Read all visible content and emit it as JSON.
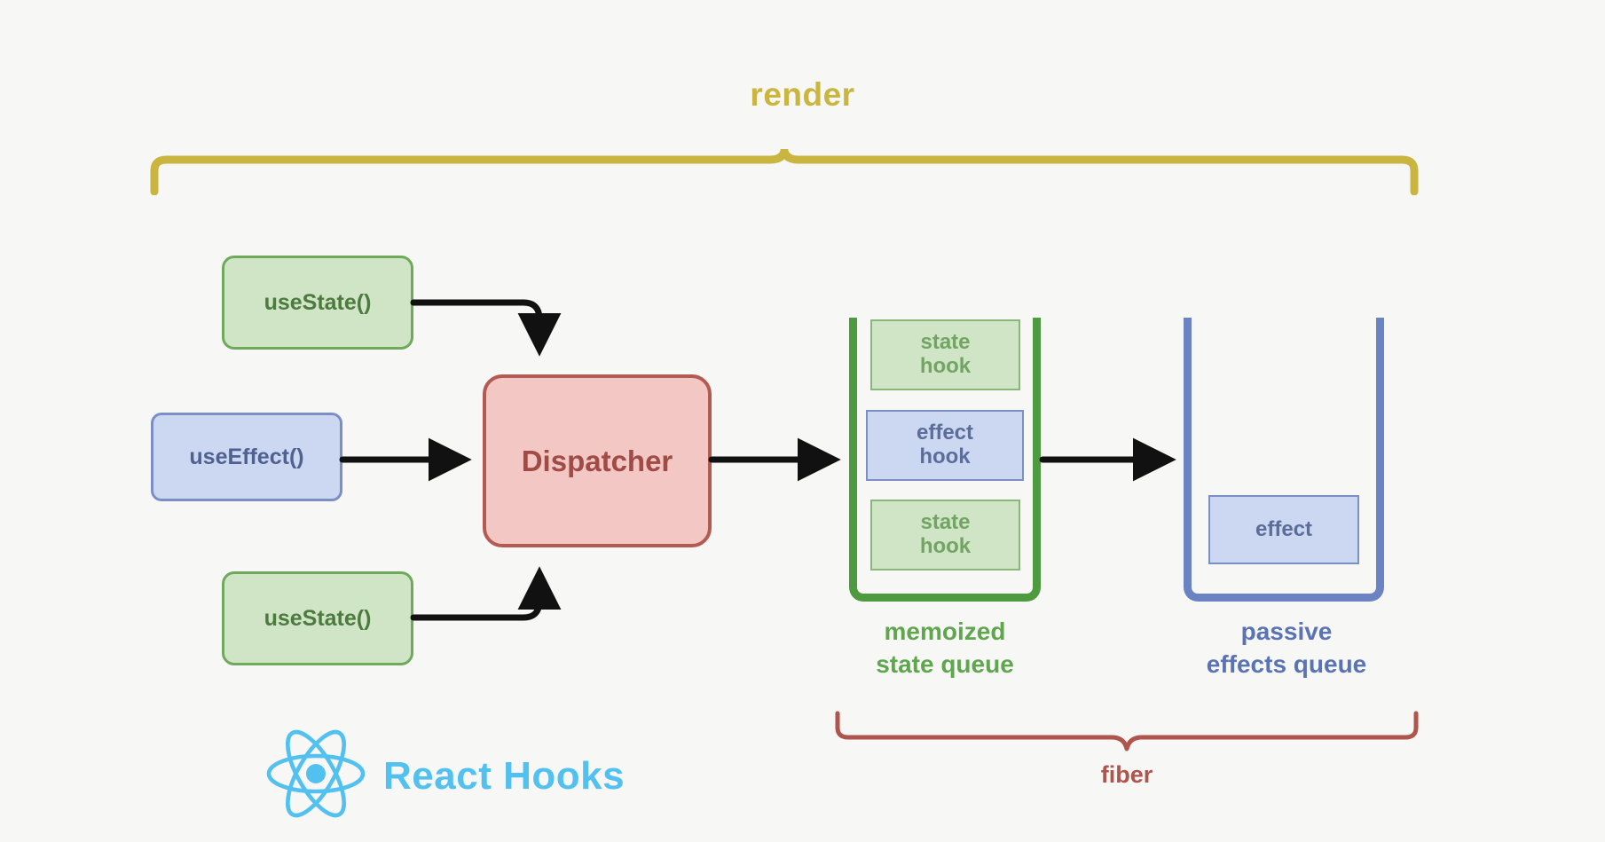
{
  "diagram": {
    "title": "render",
    "background_color": "#f7f7f5"
  },
  "render_scope": {
    "label": "render",
    "color": "#c9b53f"
  },
  "hook_calls": [
    {
      "id": "use-state-top",
      "label": "useState()",
      "kind": "state",
      "color": "#4c7a3f",
      "fill": "#cfe5c6",
      "stroke": "#6faa5c"
    },
    {
      "id": "use-effect",
      "label": "useEffect()",
      "kind": "effect",
      "color": "#4f618f",
      "fill": "#ccd8f2",
      "stroke": "#7b8ec6"
    },
    {
      "id": "use-state-bot",
      "label": "useState()",
      "kind": "state",
      "color": "#4c7a3f",
      "fill": "#cfe5c6",
      "stroke": "#6faa5c"
    }
  ],
  "dispatcher": {
    "label": "Dispatcher",
    "fill": "#f3c7c3",
    "stroke": "#b35a53",
    "color": "#a04b45"
  },
  "memoized_state_queue": {
    "caption_line1": "memoized",
    "caption_line2": "state queue",
    "color": "#5fa64e",
    "container_stroke": "#4e9a3f",
    "cells": [
      {
        "line1": "state",
        "line2": "hook",
        "kind": "state"
      },
      {
        "line1": "effect",
        "line2": "hook",
        "kind": "effect"
      },
      {
        "line1": "state",
        "line2": "hook",
        "kind": "state"
      }
    ]
  },
  "passive_effects_queue": {
    "caption_line1": "passive",
    "caption_line2": "effects queue",
    "color": "#5a73b5",
    "container_stroke": "#6b83c2",
    "cells": [
      {
        "line1": "effect",
        "line2": "",
        "kind": "effect"
      }
    ]
  },
  "fiber_scope": {
    "label": "fiber",
    "color": "#b0554e"
  },
  "brand": {
    "text": "React Hooks",
    "color": "#53c1f0",
    "logo_icon": "react-atom-icon"
  },
  "arrows": [
    {
      "name": "usestate-top-to-dispatcher",
      "from": "use-state-top",
      "to": "dispatcher"
    },
    {
      "name": "useeffect-to-dispatcher",
      "from": "use-effect",
      "to": "dispatcher"
    },
    {
      "name": "usestate-bottom-to-dispatcher",
      "from": "use-state-bot",
      "to": "dispatcher"
    },
    {
      "name": "dispatcher-to-memoized-queue",
      "from": "dispatcher",
      "to": "memoized_state_queue"
    },
    {
      "name": "memoized-queue-to-passive-queue",
      "from": "memoized_state_queue",
      "to": "passive_effects_queue"
    }
  ]
}
